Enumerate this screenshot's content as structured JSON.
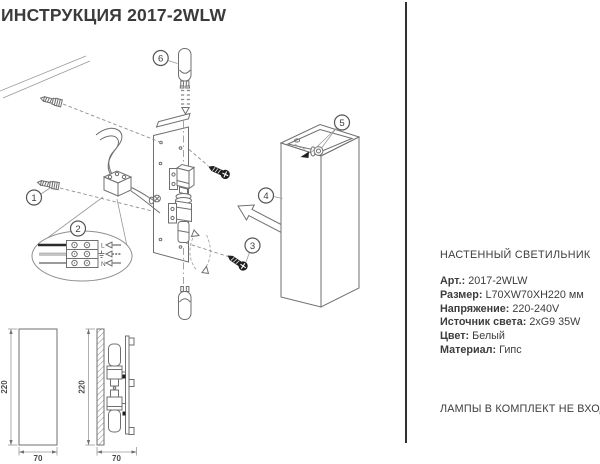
{
  "title": "ИНСТРУКЦИЯ 2017-2WLW",
  "product": {
    "type": "НАСТЕННЫЙ СВЕТИЛЬНИК",
    "specs": [
      {
        "label": "Арт.:",
        "value": "2017-2WLW"
      },
      {
        "label": "Размер:",
        "value": "L70XW70XH220 мм"
      },
      {
        "label": "Напряжение:",
        "value": "220-240V"
      },
      {
        "label": "Источник света:",
        "value": "2xG9 35W"
      },
      {
        "label": "Цвет:",
        "value": "Белый"
      },
      {
        "label": "Материал:",
        "value": "Гипс"
      }
    ],
    "note": "ЛАМПЫ В КОМПЛЕКТ НЕ ВХОДЯТ"
  },
  "diagram": {
    "callouts": [
      {
        "num": "1"
      },
      {
        "num": "2"
      },
      {
        "num": "3"
      },
      {
        "num": "4"
      },
      {
        "num": "5"
      },
      {
        "num": "6"
      }
    ],
    "wiring": {
      "line_label": "L",
      "neutral_label": "N",
      "earth_icon": "earth-symbol"
    },
    "dimensions": {
      "front_view": {
        "height": "220",
        "width": "70"
      },
      "side_view": {
        "height": "220",
        "width": "70"
      }
    }
  },
  "colors": {
    "text": "#3d3d3d",
    "drawing_line": "#6f6f6f",
    "screw_fill": "#1f1f1f",
    "background": "#ffffff"
  }
}
